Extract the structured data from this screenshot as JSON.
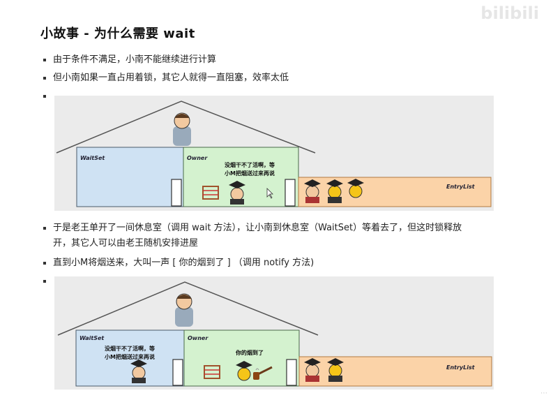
{
  "watermark": "bilibili",
  "title": "小故事 - 为什么需要 wait",
  "list1": [
    "由于条件不满足，小南不能继续进行计算",
    "但小南如果一直占用着锁，其它人就得一直阻塞，效率太低",
    ""
  ],
  "list2": {
    "item1_line1": "于是老王单开了一间休息室（调用 wait 方法），让小南到休息室（WaitSet）等着去了，但这时锁释放",
    "item1_line2": "开，其它人可以由老王随机安排进屋",
    "item2": "直到小M将烟送来，大叫一声 [ 你的烟到了 ] （调用 notify 方法)",
    "item3": ""
  },
  "scene1": {
    "waitset_label": "WaitSet",
    "owner_label": "Owner",
    "entrylist_label": "EntryList",
    "speech_line1": "没烟干不了活啊，等",
    "speech_line2": "小M把烟送过来再说"
  },
  "scene2": {
    "waitset_label": "WaitSet",
    "owner_label": "Owner",
    "entrylist_label": "EntryList",
    "speech_line1": "没烟干不了活啊，等",
    "speech_line2": "小M把烟送过来再说",
    "owner_speech": "你的烟到了"
  },
  "colors": {
    "waitset": "#cfe2f3",
    "owner": "#d4f2cf",
    "entrylist": "#fbd3a8",
    "scene_bg": "#ebebeb",
    "roof": "#555555"
  }
}
